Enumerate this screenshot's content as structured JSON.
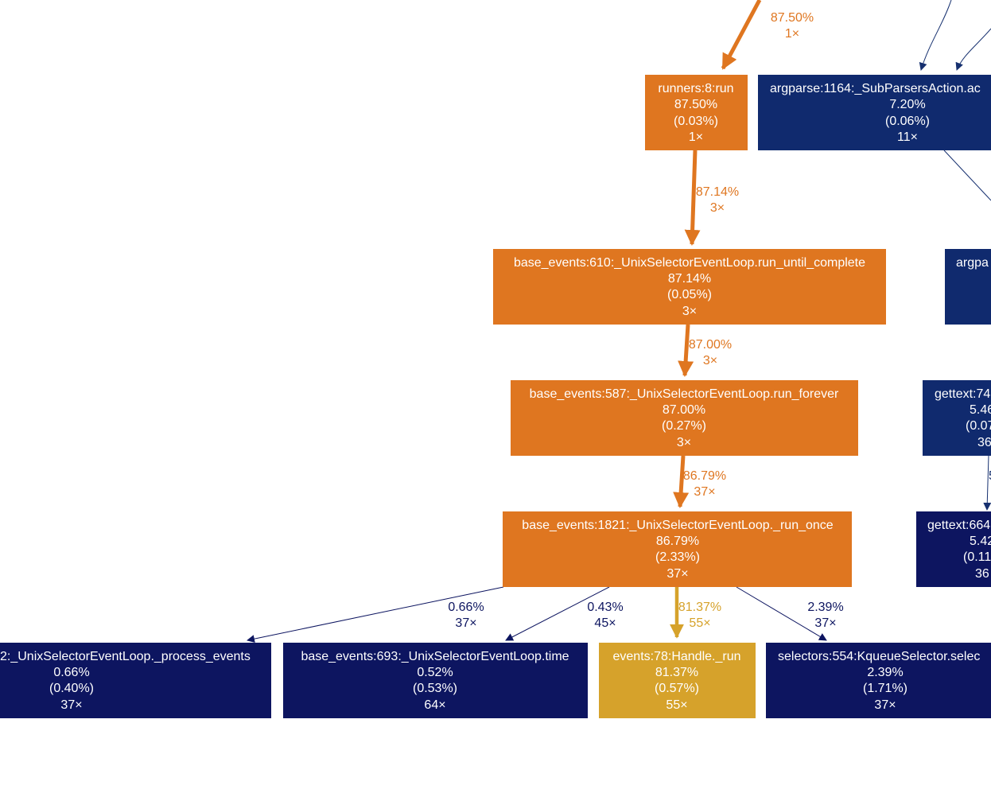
{
  "colors": {
    "hot": "#df7620",
    "warm": "#d6a22b",
    "cold_dark": "#0d1560",
    "cold_mid": "#102a6e",
    "node_text": "#ffffff",
    "edge_cold": "#0d1560",
    "edge_mid": "#16306f"
  },
  "nodes": {
    "runners": {
      "label": "runners:8:run",
      "total": "87.50%",
      "self": "(0.03%)",
      "calls": "1×"
    },
    "argparse_1164": {
      "label": "argparse:1164:_SubParsersAction.ac",
      "total": "7.20%",
      "self": "(0.06%)",
      "calls": "11×"
    },
    "run_until_complete": {
      "label": "base_events:610:_UnixSelectorEventLoop.run_until_complete",
      "total": "87.14%",
      "self": "(0.05%)",
      "calls": "3×"
    },
    "argparse_partial": {
      "label": "argpa"
    },
    "run_forever": {
      "label": "base_events:587:_UnixSelectorEventLoop.run_forever",
      "total": "87.00%",
      "self": "(0.27%)",
      "calls": "3×"
    },
    "gettext_74": {
      "label": "gettext:74",
      "total": "5.46",
      "self": "(0.07",
      "calls": "36"
    },
    "run_once": {
      "label": "base_events:1821:_UnixSelectorEventLoop._run_once",
      "total": "86.79%",
      "self": "(2.33%)",
      "calls": "37×"
    },
    "gettext_664": {
      "label": "gettext:664",
      "total": "5.42",
      "self": "(0.11",
      "calls": "36"
    },
    "process_events": {
      "label": "2:_UnixSelectorEventLoop._process_events",
      "total": "0.66%",
      "self": "(0.40%)",
      "calls": "37×"
    },
    "time": {
      "label": "base_events:693:_UnixSelectorEventLoop.time",
      "total": "0.52%",
      "self": "(0.53%)",
      "calls": "64×"
    },
    "handle_run": {
      "label": "events:78:Handle._run",
      "total": "81.37%",
      "self": "(0.57%)",
      "calls": "55×"
    },
    "kqueue_select": {
      "label": "selectors:554:KqueueSelector.selec",
      "total": "2.39%",
      "self": "(1.71%)",
      "calls": "37×"
    }
  },
  "edges": {
    "to_runners": {
      "pct": "87.50%",
      "calls": "1×"
    },
    "runners_to_ruc": {
      "pct": "87.14%",
      "calls": "3×"
    },
    "ruc_to_rf": {
      "pct": "87.00%",
      "calls": "3×"
    },
    "rf_to_ro": {
      "pct": "86.79%",
      "calls": "37×"
    },
    "ro_to_pe": {
      "pct": "0.66%",
      "calls": "37×"
    },
    "ro_to_time": {
      "pct": "0.43%",
      "calls": "45×"
    },
    "ro_to_handle": {
      "pct": "81.37%",
      "calls": "55×"
    },
    "ro_to_kq": {
      "pct": "2.39%",
      "calls": "37×"
    },
    "g74_to_g664": {
      "pct": "5"
    }
  }
}
